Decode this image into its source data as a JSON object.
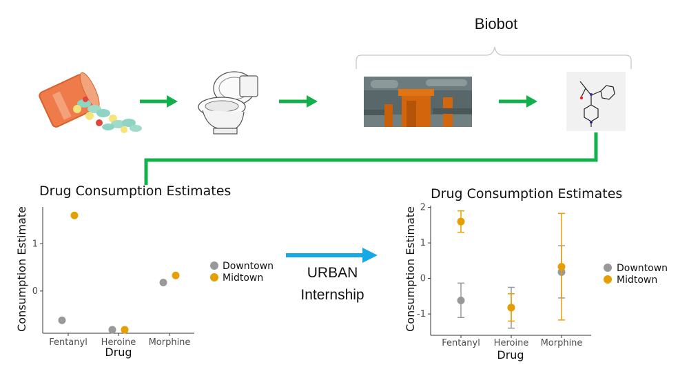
{
  "pipeline": {
    "bracket_label": "Biobot",
    "steps": [
      {
        "name": "pill-bottle",
        "icon": "pill-bottle-icon"
      },
      {
        "name": "toilet",
        "icon": "toilet-icon"
      },
      {
        "name": "sewer-pipes",
        "icon": "sewer-pipes-icon"
      },
      {
        "name": "molecule",
        "icon": "molecule-icon"
      }
    ],
    "arrow_color": "#12b04a"
  },
  "transition": {
    "line1": "URBAN",
    "line2": "Internship",
    "arrow_color": "#17a8e6"
  },
  "colors": {
    "downtown": "#999999",
    "midtown": "#e69f00"
  },
  "chart_data": [
    {
      "type": "scatter",
      "title": "Drug Consumption Estimates",
      "xlabel": "Drug",
      "ylabel": "Consumption Estimate",
      "categories": [
        "Fentanyl",
        "Heroine",
        "Morphine"
      ],
      "yticks": [
        0,
        1
      ],
      "ylim": [
        -0.85,
        1.75
      ],
      "legend_position": "right",
      "series": [
        {
          "name": "Downtown",
          "values": [
            -0.62,
            -0.82,
            0.18
          ]
        },
        {
          "name": "Midtown",
          "values": [
            1.6,
            -0.82,
            0.33
          ]
        }
      ]
    },
    {
      "type": "scatter",
      "title": "Drug Consumption Estimates",
      "xlabel": "Drug",
      "ylabel": "Consumption Estimate",
      "categories": [
        "Fentanyl",
        "Heroine",
        "Morphine"
      ],
      "yticks": [
        -1,
        0,
        1,
        2
      ],
      "ylim": [
        -1.6,
        2.05
      ],
      "legend_position": "right",
      "error_bars": true,
      "series": [
        {
          "name": "Downtown",
          "values": [
            -0.62,
            -0.82,
            0.18
          ],
          "lower": [
            -1.1,
            -1.4,
            -0.55
          ],
          "upper": [
            -0.13,
            -0.25,
            0.92
          ]
        },
        {
          "name": "Midtown",
          "values": [
            1.6,
            -0.82,
            0.33
          ],
          "lower": [
            1.3,
            -1.2,
            -1.17
          ],
          "upper": [
            1.9,
            -0.43,
            1.83
          ]
        }
      ]
    }
  ]
}
